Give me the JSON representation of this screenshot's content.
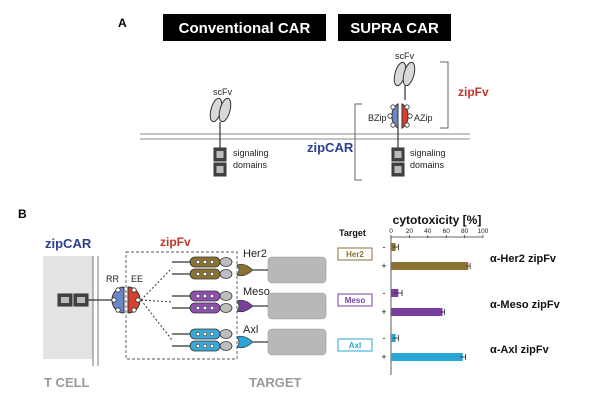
{
  "panel_a": {
    "label": "A",
    "header_conventional": "Conventional CAR",
    "header_supra": "SUPRA CAR",
    "conv_scfv": "scFv",
    "conv_signaling": "signaling",
    "conv_domains": "domains",
    "supra_scfv": "scFv",
    "zipfv": "zipFv",
    "bzip": "BZip",
    "azip": "AZip",
    "zipcar": "zipCAR",
    "supra_signaling": "signaling",
    "supra_domains": "domains"
  },
  "panel_b": {
    "label": "B",
    "zipcar": "zipCAR",
    "zipfv": "zipFv",
    "rr": "RR",
    "ee": "EE",
    "tcell": "T CELL",
    "target_label": "TARGET",
    "antigens": [
      "Her2",
      "Meso",
      "Axl"
    ],
    "antigen_colors": [
      "#8b7233",
      "#7a3f9e",
      "#2aa6d6"
    ],
    "zip_colors": [
      "#8b7233",
      "#8e4fb0",
      "#3aa7d8"
    ]
  },
  "chart_data": {
    "type": "bar",
    "title": "cytotoxicity [%]",
    "column_header": "Target",
    "xlim": [
      0,
      100
    ],
    "ticks": [
      "0",
      "20",
      "40",
      "60",
      "80",
      "100"
    ],
    "tick_values": [
      0,
      20,
      40,
      60,
      80,
      100
    ],
    "groups": [
      {
        "target": "Her2",
        "label": "α-Her2 zipFv",
        "color": "#8b7233",
        "rows": [
          {
            "sign": "-",
            "value": 5,
            "error": 3
          },
          {
            "sign": "+",
            "value": 84,
            "error": 2
          }
        ]
      },
      {
        "target": "Meso",
        "label": "α-Meso zipFv",
        "color": "#7a3f9e",
        "rows": [
          {
            "sign": "-",
            "value": 8,
            "error": 4
          },
          {
            "sign": "+",
            "value": 56,
            "error": 2
          }
        ]
      },
      {
        "target": "Axl",
        "label": "α-Axl zipFv",
        "color": "#2aa6d6",
        "rows": [
          {
            "sign": "-",
            "value": 5,
            "error": 3
          },
          {
            "sign": "+",
            "value": 78,
            "error": 3
          }
        ]
      }
    ]
  }
}
